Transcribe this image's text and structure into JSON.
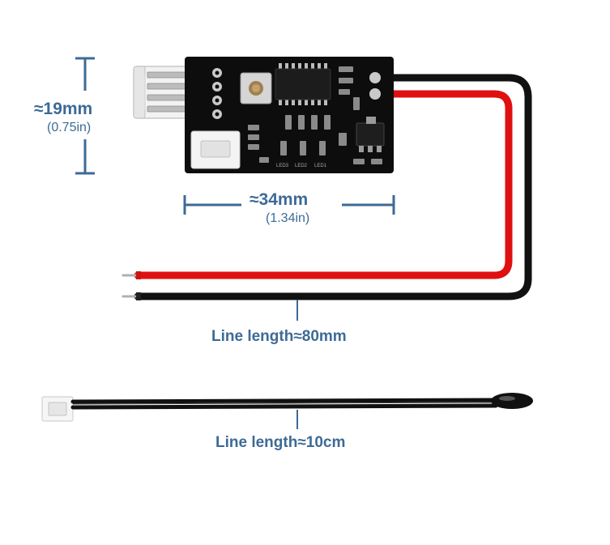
{
  "dimensions": {
    "height": {
      "main": "≈19mm",
      "sub": "(0.75in)"
    },
    "width": {
      "main": "≈34mm",
      "sub": "(1.34in)"
    }
  },
  "wire_label": "Line length≈80mm",
  "probe_label": "Line length≈10cm",
  "board_labels": {
    "led1": "LED1",
    "led2": "LED2",
    "led3": "LED3"
  },
  "colors": {
    "accent": "#3d6a96",
    "pcb": "#0d0d0d",
    "wire_red": "#e01010",
    "wire_black": "#111111"
  }
}
